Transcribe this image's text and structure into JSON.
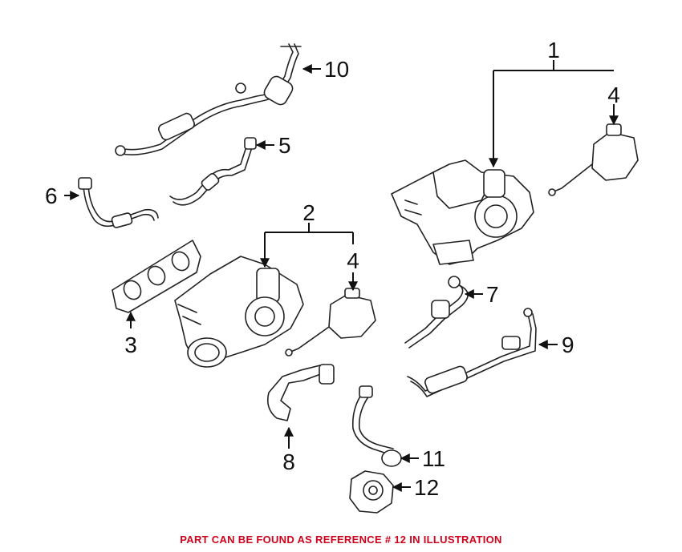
{
  "diagram": {
    "callouts": [
      {
        "id": "1",
        "label": "1"
      },
      {
        "id": "2",
        "label": "2"
      },
      {
        "id": "3",
        "label": "3"
      },
      {
        "id": "4a",
        "label": "4"
      },
      {
        "id": "4b",
        "label": "4"
      },
      {
        "id": "5",
        "label": "5"
      },
      {
        "id": "6",
        "label": "6"
      },
      {
        "id": "7",
        "label": "7"
      },
      {
        "id": "8",
        "label": "8"
      },
      {
        "id": "9",
        "label": "9"
      },
      {
        "id": "10",
        "label": "10"
      },
      {
        "id": "11",
        "label": "11"
      },
      {
        "id": "12",
        "label": "12"
      }
    ],
    "footer_note": "PART CAN BE FOUND AS REFERENCE # 12 IN ILLUSTRATION",
    "footer_color": "#d0021b"
  }
}
